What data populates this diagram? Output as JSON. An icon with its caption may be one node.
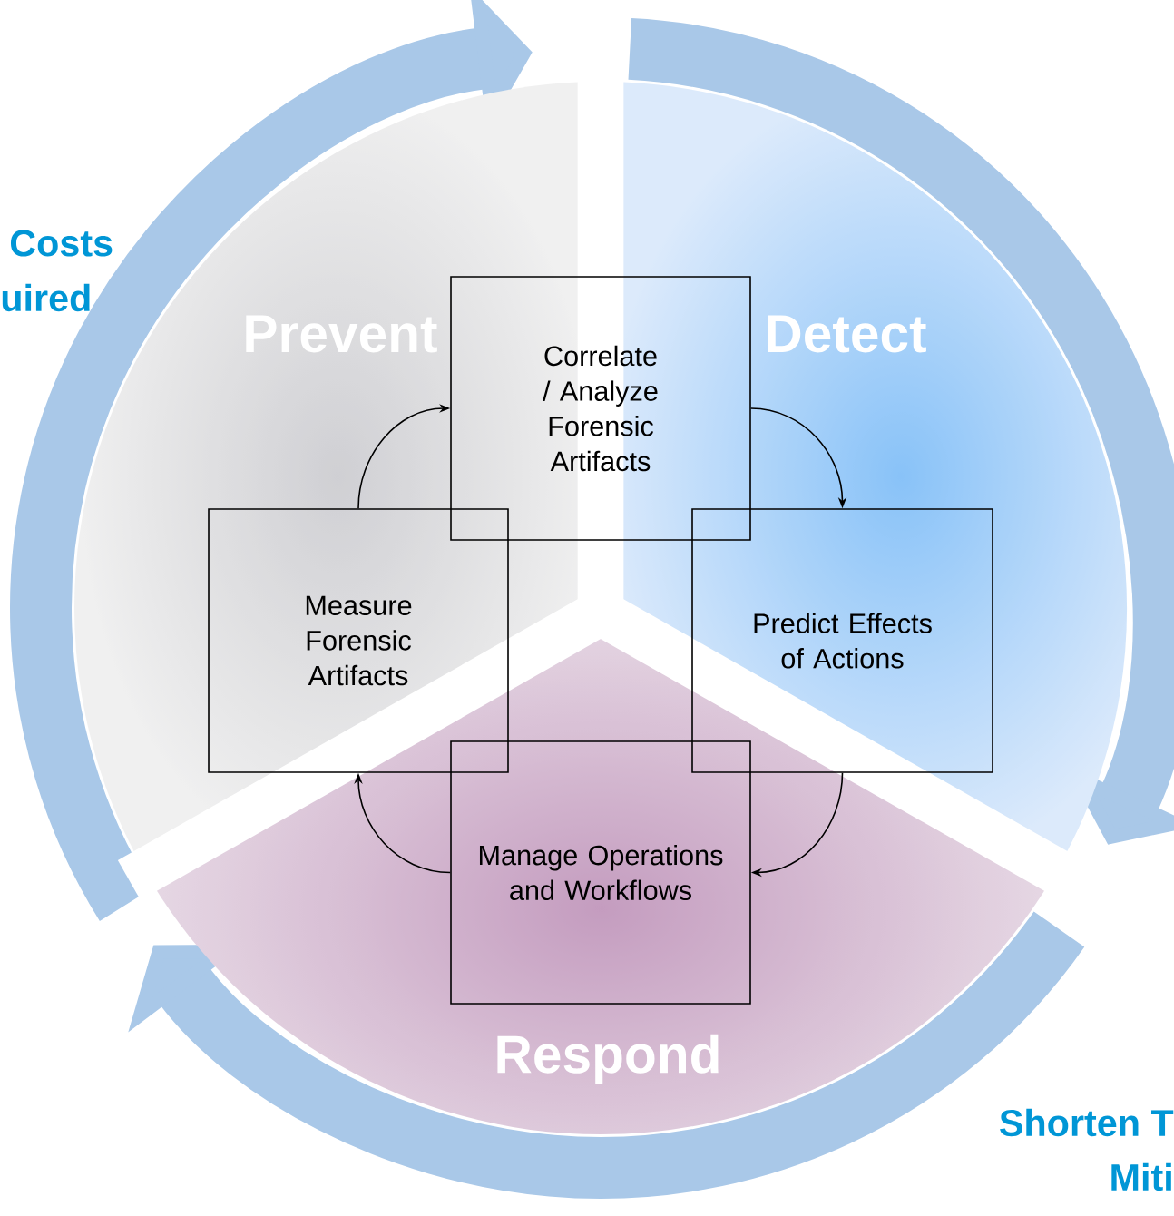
{
  "diagram": {
    "nodes": [
      {
        "text": [
          "Prevent"
        ]
      },
      {
        "text": [
          "Detect"
        ]
      },
      {
        "text": [
          "Respond"
        ]
      },
      {
        "text": [
          "Correlate / Analyze Forensic Artifacts"
        ]
      },
      {
        "text": [
          "Measure Forensic Artifacts"
        ]
      },
      {
        "text": [
          "Predict Effects of Actions"
        ]
      },
      {
        "text": [
          "Manage Operations and Workflows"
        ]
      }
    ],
    "edges": [
      {
        "from": 4,
        "to": 3,
        "arrow": "to"
      },
      {
        "from": 3,
        "to": 5,
        "arrow": "to"
      },
      {
        "from": 5,
        "to": 6,
        "arrow": "to"
      },
      {
        "from": 6,
        "to": 4,
        "arrow": "to"
      }
    ],
    "labels": [
      "Costs",
      "uired",
      "Shorten T",
      "Miti"
    ]
  }
}
